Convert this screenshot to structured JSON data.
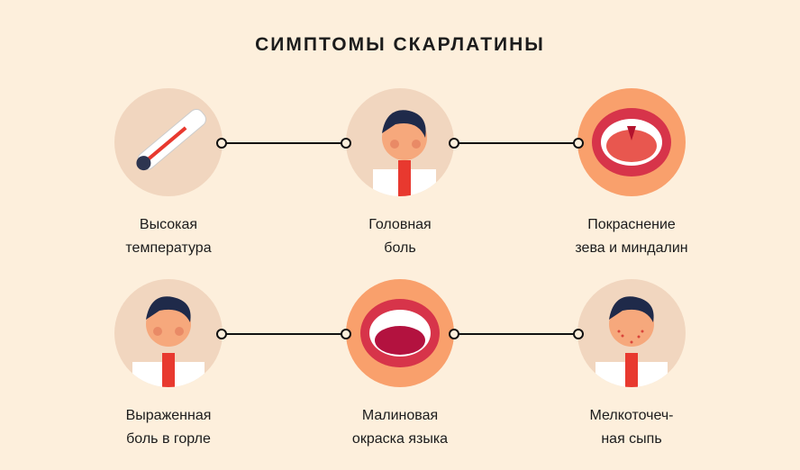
{
  "title": "СИМПТОМЫ СКАРЛАТИНЫ",
  "symptoms": [
    {
      "line1": "Высокая",
      "line2": "температура",
      "icon": "thermometer-icon"
    },
    {
      "line1": "Головная",
      "line2": "боль",
      "icon": "headache-boy-icon"
    },
    {
      "line1": "Покраснение",
      "line2": "зева и миндалин",
      "icon": "red-throat-icon"
    },
    {
      "line1": "Выраженная",
      "line2": "боль в горле",
      "icon": "sore-throat-boy-icon"
    },
    {
      "line1": "Малиновая",
      "line2": "окраска языка",
      "icon": "raspberry-tongue-icon"
    },
    {
      "line1": "Мелкоточеч-",
      "line2": "ная сыпь",
      "icon": "rash-boy-icon"
    }
  ],
  "colors": {
    "background": "#fdefdc",
    "circle": "#f1d6bf",
    "accent": "#f9a06c",
    "red": "#e8392f"
  }
}
